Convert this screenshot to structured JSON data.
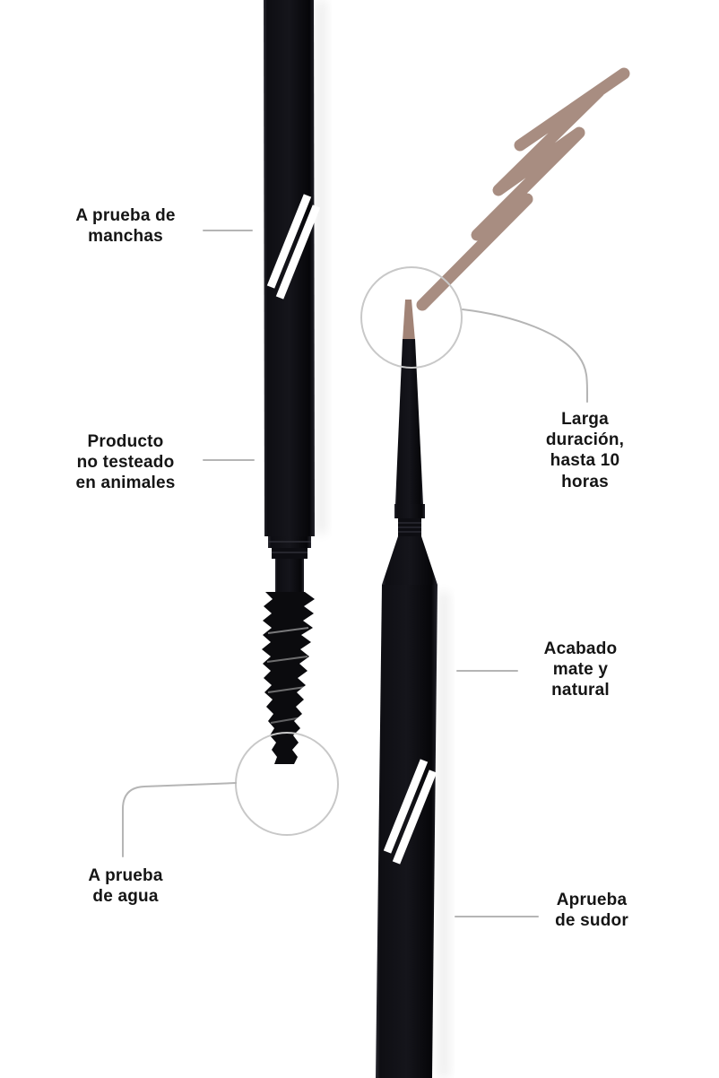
{
  "labels": {
    "smudge_proof": "A prueba de\nmanchas",
    "cruelty_free": "Producto\nno testeado\nen animales",
    "waterproof": "A prueba\nde agua",
    "long_lasting": "Larga\nduración,\nhasta 10\nhoras",
    "matte_finish": "Acabado\nmate y\nnatural",
    "sweat_proof": "Aprueba\nde sudor"
  },
  "colors": {
    "background": "#ffffff",
    "pencil_black": "#0c0c11",
    "swatch_taupe": "#a18376",
    "callout_line": "#b5b5b5",
    "circle_stroke": "#c8c8c8",
    "label_text": "#151515"
  }
}
